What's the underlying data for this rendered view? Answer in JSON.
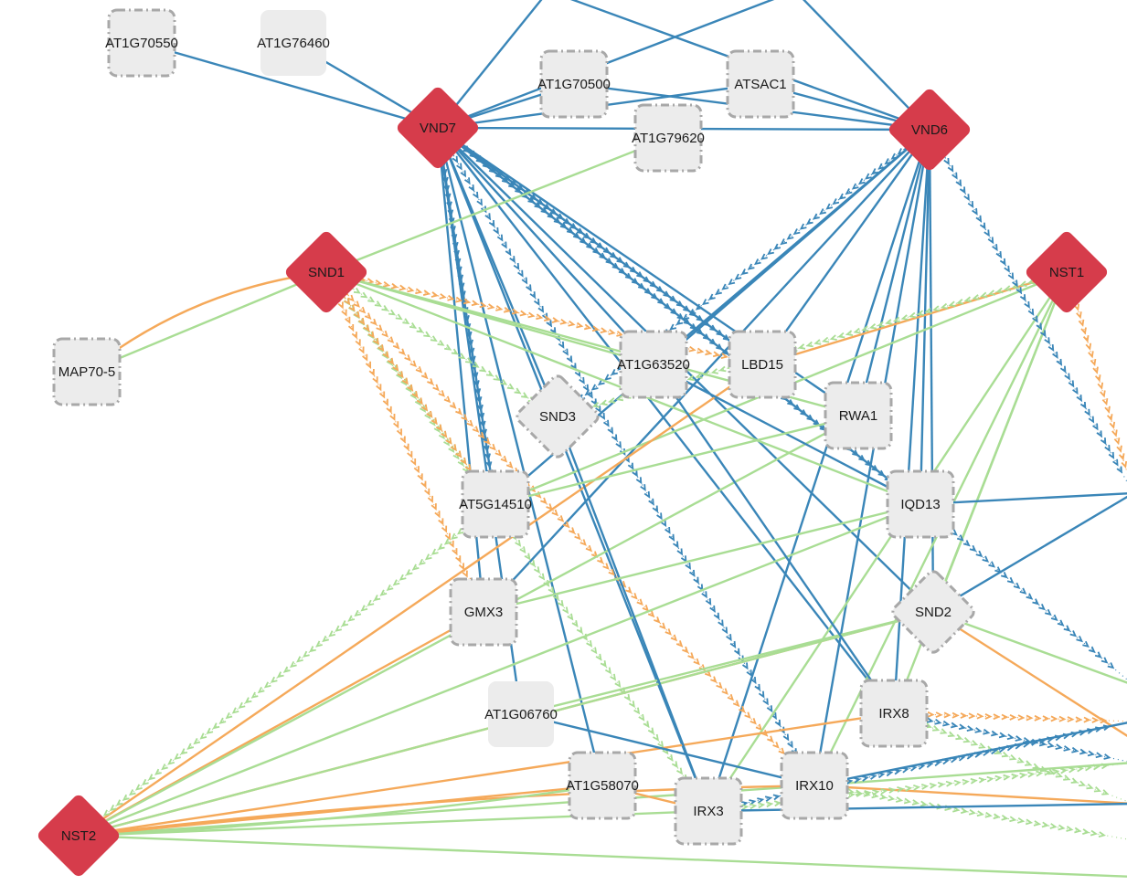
{
  "colors": {
    "blue": "#3a86b8",
    "green": "#a9dd94",
    "orange": "#f5a95a",
    "tf_fill": "#d63c4b",
    "gene_fill": "#ececec",
    "gene_border": "#a8a8a8",
    "label_dark": "#1a1a1a",
    "label_light": "#ffffff"
  },
  "nodes": [
    {
      "id": "AT1G70550",
      "label": "AT1G70550",
      "type": "gene"
    },
    {
      "id": "AT1G76460",
      "label": "AT1G76460",
      "type": "gene-plain"
    },
    {
      "id": "AT1G70500",
      "label": "AT1G70500",
      "type": "gene"
    },
    {
      "id": "ATSAC1",
      "label": "ATSAC1",
      "type": "gene"
    },
    {
      "id": "VND7",
      "label": "VND7",
      "type": "tf"
    },
    {
      "id": "AT1G79620",
      "label": "AT1G79620",
      "type": "gene"
    },
    {
      "id": "VND6",
      "label": "VND6",
      "type": "tf"
    },
    {
      "id": "SND1",
      "label": "SND1",
      "type": "tf"
    },
    {
      "id": "NST1",
      "label": "NST1",
      "type": "tf"
    },
    {
      "id": "MAP70-5",
      "label": "MAP70-5",
      "type": "gene"
    },
    {
      "id": "AT1G63520",
      "label": "AT1G63520",
      "type": "gene"
    },
    {
      "id": "LBD15",
      "label": "LBD15",
      "type": "gene"
    },
    {
      "id": "SND3",
      "label": "SND3",
      "type": "gene-diamond"
    },
    {
      "id": "RWA1",
      "label": "RWA1",
      "type": "gene"
    },
    {
      "id": "AT5G14510",
      "label": "AT5G14510",
      "type": "gene"
    },
    {
      "id": "IQD13",
      "label": "IQD13",
      "type": "gene"
    },
    {
      "id": "GMX3",
      "label": "GMX3",
      "type": "gene"
    },
    {
      "id": "SND2",
      "label": "SND2",
      "type": "gene-diamond"
    },
    {
      "id": "AT1G06760",
      "label": "AT1G06760",
      "type": "gene-plain"
    },
    {
      "id": "IRX8",
      "label": "IRX8",
      "type": "gene"
    },
    {
      "id": "AT1G58070",
      "label": "AT1G58070",
      "type": "gene"
    },
    {
      "id": "IRX10",
      "label": "IRX10",
      "type": "gene"
    },
    {
      "id": "IRX3",
      "label": "IRX3",
      "type": "gene"
    },
    {
      "id": "NST2",
      "label": "NST2",
      "type": "tf"
    }
  ],
  "edges": [
    {
      "s": "AT1G70550",
      "t": "VND7",
      "c": "blue",
      "d": false
    },
    {
      "s": "AT1G76460",
      "t": "VND7",
      "c": "blue",
      "d": false
    },
    {
      "s": "AT1G70500",
      "t": "VND7",
      "c": "blue",
      "d": false
    },
    {
      "s": "AT1G70500",
      "t": "VND6",
      "c": "blue",
      "d": false
    },
    {
      "s": "ATSAC1",
      "t": "VND7",
      "c": "blue",
      "d": false
    },
    {
      "s": "ATSAC1",
      "t": "VND6",
      "c": "blue",
      "d": false
    },
    {
      "s": "VND7",
      "t": "VND6",
      "c": "blue",
      "d": false
    },
    {
      "s": "VND7",
      "t": "AT1G63520",
      "c": "blue",
      "d": false
    },
    {
      "s": "VND7",
      "t": "LBD15",
      "c": "blue",
      "d": false
    },
    {
      "s": "VND7",
      "t": "SND3",
      "c": "blue",
      "d": false
    },
    {
      "s": "VND7",
      "t": "RWA1",
      "c": "blue",
      "d": false
    },
    {
      "s": "VND7",
      "t": "AT5G14510",
      "c": "blue",
      "d": false
    },
    {
      "s": "VND7",
      "t": "IQD13",
      "c": "blue",
      "d": false
    },
    {
      "s": "VND7",
      "t": "GMX3",
      "c": "blue",
      "d": false
    },
    {
      "s": "VND7",
      "t": "SND2",
      "c": "blue",
      "d": false
    },
    {
      "s": "VND7",
      "t": "IRX8",
      "c": "blue",
      "d": false
    },
    {
      "s": "VND7",
      "t": "IRX3",
      "c": "blue",
      "d": false
    },
    {
      "s": "VND7",
      "t": "AT1G58070",
      "c": "blue",
      "d": false
    },
    {
      "s": "VND7",
      "t": "AT1G06760",
      "c": "blue",
      "d": false
    },
    {
      "s": "VND7",
      "t": "LBD15",
      "c": "blue",
      "d": true
    },
    {
      "s": "VND7",
      "t": "AT5G14510",
      "c": "blue",
      "d": true
    },
    {
      "s": "VND7",
      "t": "IRX10",
      "c": "blue",
      "d": true
    },
    {
      "s": "VND7",
      "t": "IQD13",
      "c": "blue",
      "d": true
    },
    {
      "s": "VND6",
      "t": "AT1G63520",
      "c": "blue",
      "d": false
    },
    {
      "s": "VND6",
      "t": "LBD15",
      "c": "blue",
      "d": false
    },
    {
      "s": "VND6",
      "t": "RWA1",
      "c": "blue",
      "d": false
    },
    {
      "s": "VND6",
      "t": "IQD13",
      "c": "blue",
      "d": false
    },
    {
      "s": "VND6",
      "t": "SND2",
      "c": "blue",
      "d": false
    },
    {
      "s": "VND6",
      "t": "IRX8",
      "c": "blue",
      "d": false
    },
    {
      "s": "VND6",
      "t": "IRX10",
      "c": "blue",
      "d": false
    },
    {
      "s": "VND6",
      "t": "IRX3",
      "c": "blue",
      "d": false
    },
    {
      "s": "VND6",
      "t": "GMX3",
      "c": "blue",
      "d": false
    },
    {
      "s": "VND6",
      "t": "SND3",
      "c": "blue",
      "d": true
    },
    {
      "s": "VND6",
      "t": "AT5G14510",
      "c": "blue",
      "d": false
    },
    {
      "s": "SND1",
      "t": "AT1G79620",
      "c": "green",
      "d": false
    },
    {
      "s": "SND1",
      "t": "MAP70-5",
      "c": "green",
      "d": false
    },
    {
      "s": "SND1",
      "t": "MAP70-5",
      "c": "orange",
      "d": false,
      "curve": 40
    },
    {
      "s": "SND1",
      "t": "LBD15",
      "c": "orange",
      "d": true
    },
    {
      "s": "SND1",
      "t": "AT1G63520",
      "c": "green",
      "d": false
    },
    {
      "s": "SND1",
      "t": "RWA1",
      "c": "green",
      "d": false
    },
    {
      "s": "SND1",
      "t": "IQD13",
      "c": "green",
      "d": false
    },
    {
      "s": "SND1",
      "t": "AT5G14510",
      "c": "green",
      "d": true
    },
    {
      "s": "SND1",
      "t": "GMX3",
      "c": "orange",
      "d": true
    },
    {
      "s": "SND1",
      "t": "IRX10",
      "c": "orange",
      "d": true
    },
    {
      "s": "SND1",
      "t": "IRX3",
      "c": "green",
      "d": true
    },
    {
      "s": "SND1",
      "t": "SND3",
      "c": "green",
      "d": true
    },
    {
      "s": "SND1",
      "t": "AT5G14510",
      "c": "orange",
      "d": true
    },
    {
      "s": "NST1",
      "t": "LBD15",
      "c": "orange",
      "d": false
    },
    {
      "s": "NST1",
      "t": "SND3",
      "c": "green",
      "d": true
    },
    {
      "s": "NST1",
      "t": "IRX3",
      "c": "green",
      "d": false
    },
    {
      "s": "NST1",
      "t": "IRX8",
      "c": "green",
      "d": false
    },
    {
      "s": "NST1",
      "t": "SND2",
      "c": "green",
      "d": false
    },
    {
      "s": "NST1",
      "t": "AT5G14510",
      "c": "green",
      "d": false
    },
    {
      "s": "NST1",
      "t": "IRX10",
      "c": "green",
      "d": false
    },
    {
      "s": "LBD15",
      "t": "NST2",
      "c": "orange",
      "d": false
    },
    {
      "s": "AT5G14510",
      "t": "NST2",
      "c": "green",
      "d": true
    },
    {
      "s": "GMX3",
      "t": "NST2",
      "c": "orange",
      "d": false
    },
    {
      "s": "IQD13",
      "t": "NST2",
      "c": "green",
      "d": false
    },
    {
      "s": "SND2",
      "t": "NST2",
      "c": "orange",
      "d": false
    },
    {
      "s": "SND2",
      "t": "NST2",
      "c": "green",
      "d": false
    },
    {
      "s": "RWA1",
      "t": "NST2",
      "c": "green",
      "d": false
    },
    {
      "s": "IRX8",
      "t": "NST2",
      "c": "orange",
      "d": false
    },
    {
      "s": "IRX10",
      "t": "NST2",
      "c": "green",
      "d": false
    },
    {
      "s": "IRX10",
      "t": "NST2",
      "c": "orange",
      "d": false,
      "curve": 20
    },
    {
      "s": "IRX3",
      "t": "NST2",
      "c": "green",
      "d": false
    },
    {
      "s": "AT1G58070",
      "t": "NST2",
      "c": "orange",
      "d": false
    },
    {
      "s": "AT1G58070",
      "t": "NST2",
      "c": "green",
      "d": false,
      "curve": -15
    },
    {
      "s": "AT1G06760",
      "t": "IRX10",
      "c": "blue",
      "d": false
    },
    {
      "s": "IRX3",
      "t": "AT1G58070",
      "c": "orange",
      "d": false
    },
    {
      "s": "SND2",
      "t": "AT1G06760",
      "c": "green",
      "d": false
    },
    {
      "s": "AT1G63520",
      "t": "IRX8",
      "c": "blue",
      "d": false
    },
    {
      "s": "AT1G63520",
      "t": "IQD13",
      "c": "blue",
      "d": false
    },
    {
      "s": "SND3",
      "t": "IRX3",
      "c": "blue",
      "d": false
    },
    {
      "s": "IQD13",
      "t": "GMX3",
      "c": "green",
      "d": false
    },
    {
      "s": "RWA1",
      "t": "AT5G14510",
      "c": "green",
      "d": false
    }
  ],
  "offscreen_edges": [
    {
      "from": "VND7",
      "c": "blue",
      "d": false,
      "dir": "up-right"
    },
    {
      "from": "VND7",
      "c": "blue",
      "d": false,
      "dir": "up-left"
    },
    {
      "from": "VND6",
      "c": "blue",
      "d": false,
      "dir": "up-left"
    },
    {
      "from": "VND6",
      "c": "blue",
      "d": false,
      "dir": "up-right"
    },
    {
      "from": "VND6",
      "c": "blue",
      "d": true,
      "dir": "right-down"
    },
    {
      "from": "NST1",
      "c": "orange",
      "d": true,
      "dir": "right-down"
    },
    {
      "from": "IQD13",
      "c": "blue",
      "d": false,
      "dir": "right-down"
    },
    {
      "from": "IQD13",
      "c": "blue",
      "d": true,
      "dir": "right-down2"
    },
    {
      "from": "SND2",
      "c": "blue",
      "d": false,
      "dir": "right-down"
    },
    {
      "from": "SND2",
      "c": "green",
      "d": false,
      "dir": "right-down2"
    },
    {
      "from": "SND2",
      "c": "orange",
      "d": false,
      "dir": "right-down3"
    },
    {
      "from": "IRX8",
      "c": "orange",
      "d": true,
      "dir": "right"
    },
    {
      "from": "IRX8",
      "c": "blue",
      "d": true,
      "dir": "right2"
    },
    {
      "from": "IRX8",
      "c": "green",
      "d": true,
      "dir": "right3"
    },
    {
      "from": "IRX10",
      "c": "blue",
      "d": false,
      "dir": "right"
    },
    {
      "from": "IRX10",
      "c": "green",
      "d": false,
      "dir": "right2"
    },
    {
      "from": "IRX10",
      "c": "orange",
      "d": false,
      "dir": "right3"
    },
    {
      "from": "IRX10",
      "c": "green",
      "d": true,
      "dir": "right4"
    },
    {
      "from": "IRX3",
      "c": "blue",
      "d": true,
      "dir": "right"
    },
    {
      "from": "IRX3",
      "c": "green",
      "d": true,
      "dir": "right2"
    },
    {
      "from": "IRX3",
      "c": "blue",
      "d": false,
      "dir": "right3"
    },
    {
      "from": "NST2",
      "c": "green",
      "d": false,
      "dir": "right-low"
    }
  ]
}
